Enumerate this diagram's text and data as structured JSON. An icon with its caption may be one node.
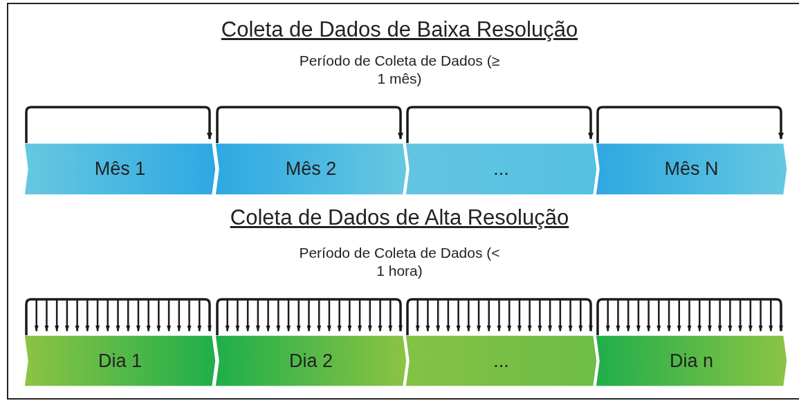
{
  "diagram": {
    "nodes": [
      {
        "text": [
          "Mês 1"
        ]
      },
      {
        "text": [
          "Mês 2"
        ]
      },
      {
        "text": [
          "..."
        ]
      },
      {
        "text": [
          "Mês N"
        ]
      },
      {
        "text": [
          "Dia 1"
        ]
      },
      {
        "text": [
          "Dia 2"
        ]
      },
      {
        "text": [
          "..."
        ]
      },
      {
        "text": [
          "Dia n"
        ]
      }
    ],
    "labels": [
      "Coleta de Dados de Baixa Resolução",
      "Período de Coleta de Dados (≥ 1 mês)",
      "Coleta de Dados de Alta Resolução",
      "Período de Coleta de Dados (< 1 hora)"
    ]
  }
}
